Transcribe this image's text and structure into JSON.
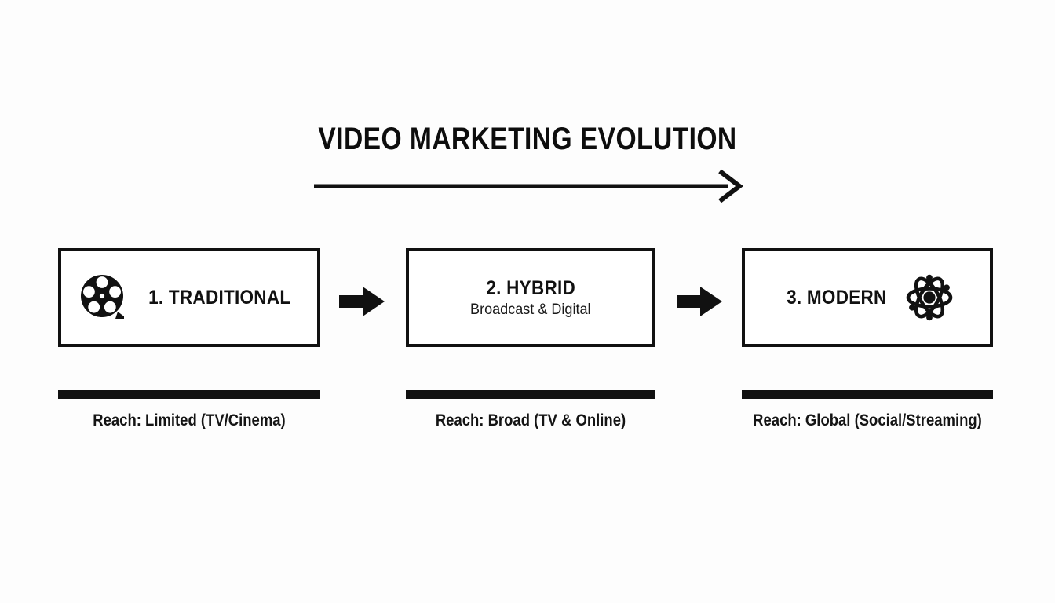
{
  "diagram": {
    "title": "VIDEO MARKETING EVOLUTION",
    "timeline_arrow": "rightwards-arrow",
    "stages": [
      {
        "id": "traditional",
        "title": "1. TRADITIONAL",
        "subtitle": "",
        "icon": "film-reel-icon",
        "icon_side": "left",
        "reach_label": "Reach: Limited (TV/Cinema)"
      },
      {
        "id": "hybrid",
        "title": "2. HYBRID",
        "subtitle": "Broadcast & Digital",
        "icon": "",
        "icon_side": "none",
        "reach_label": "Reach: Broad (TV & Online)"
      },
      {
        "id": "modern",
        "title": "3. MODERN",
        "subtitle": "",
        "icon": "atom-icon",
        "icon_side": "right",
        "reach_label": "Reach: Global (Social/Streaming)"
      }
    ],
    "connectors": [
      {
        "id": "connector-1-2",
        "glyph": "block-arrow-right-icon"
      },
      {
        "id": "connector-2-3",
        "glyph": "block-arrow-right-icon"
      }
    ],
    "colors": {
      "background": "#fdfdfd",
      "ink": "#111111",
      "box_fill": "#ffffff"
    }
  }
}
